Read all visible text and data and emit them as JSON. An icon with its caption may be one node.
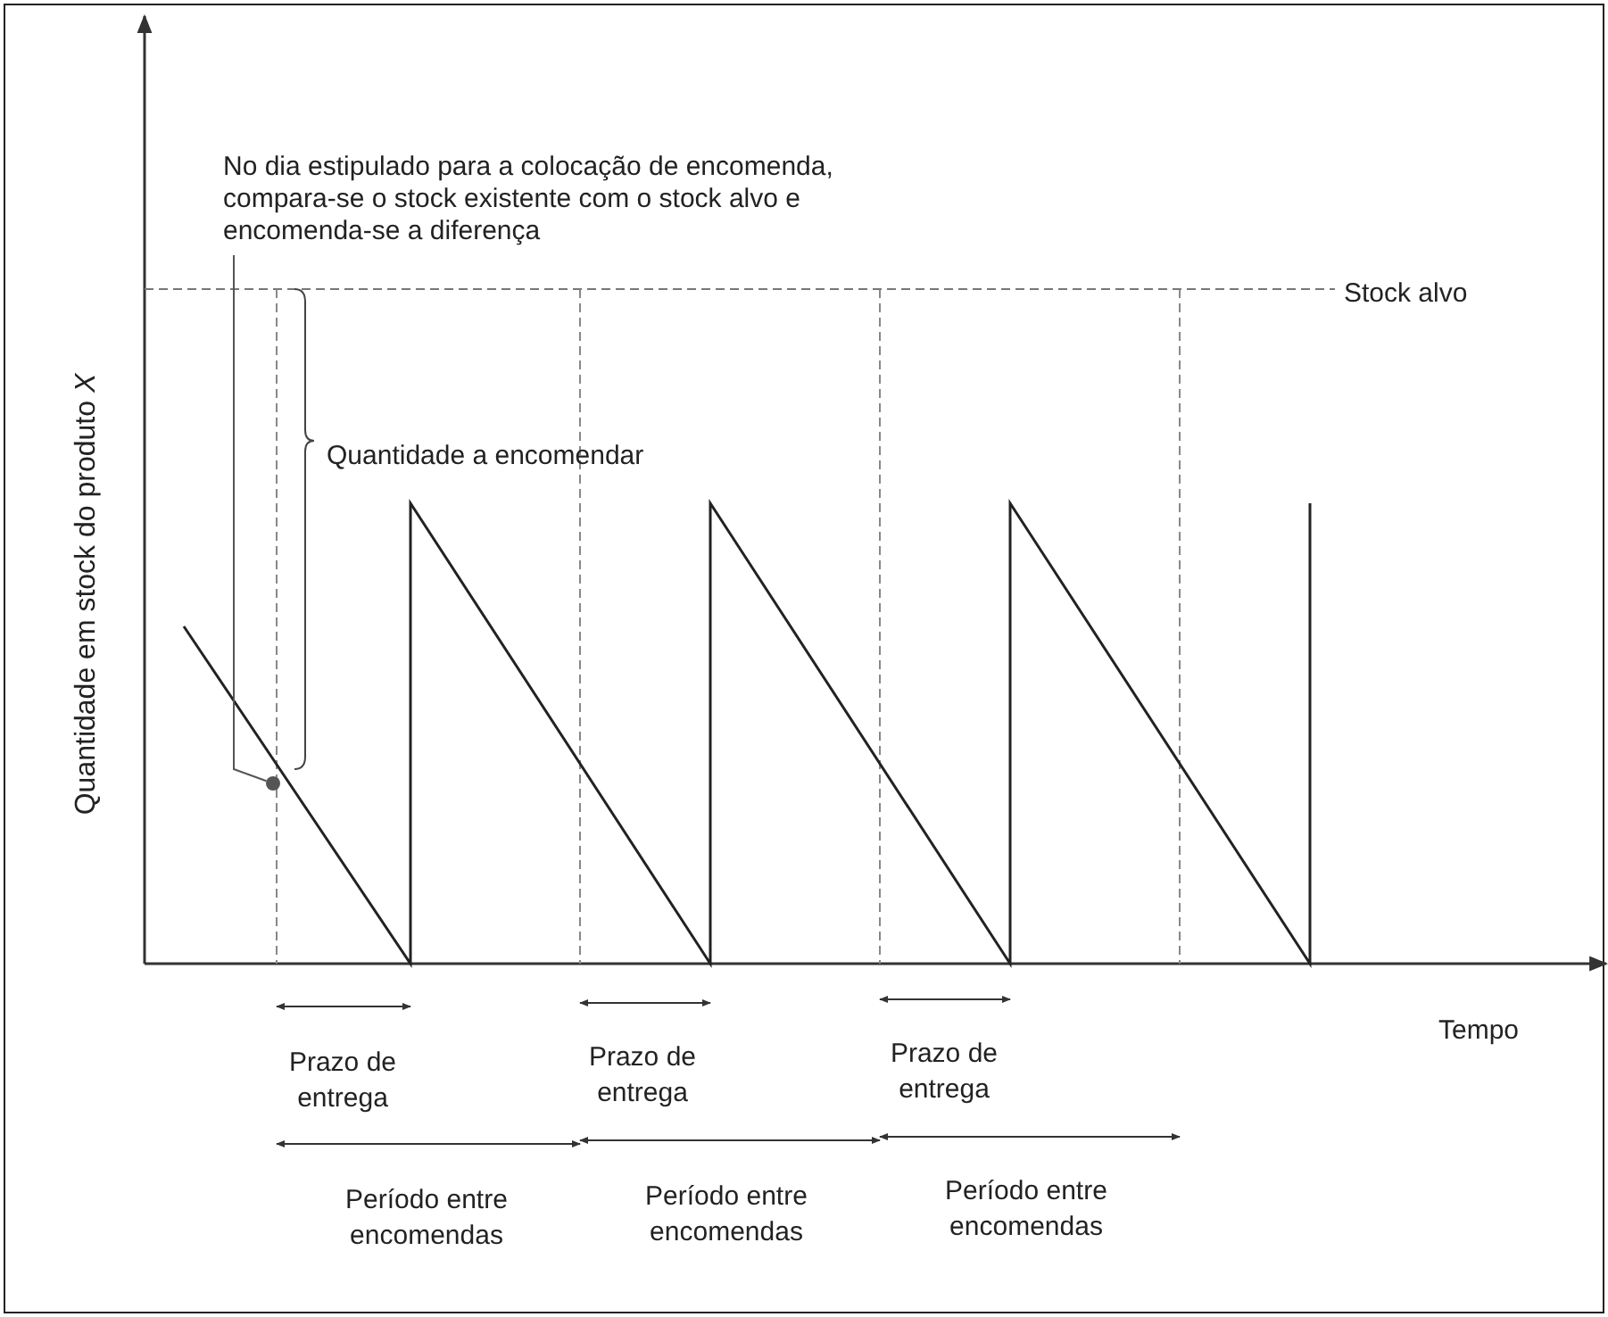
{
  "diagram": {
    "nodes": [
      {
        "text": [
          "No dia estipulado para a colocação de encomenda, compara-se o stock existente com o stock alvo e encomenda-se a diferença"
        ]
      },
      {
        "text": [],
        "shape": "circle"
      }
    ],
    "edges": [
      {
        "from": 0,
        "to": 1,
        "arrow": "none"
      }
    ],
    "labels": [
      "Quantidade em stock do produto *X*",
      "Stock alvo",
      "Quantidade a encomendar",
      "Tempo",
      "Prazo de entrega",
      "Prazo de entrega",
      "Prazo de entrega",
      "Período entre encomendas",
      "Período entre encomendas",
      "Período entre encomendas"
    ]
  }
}
